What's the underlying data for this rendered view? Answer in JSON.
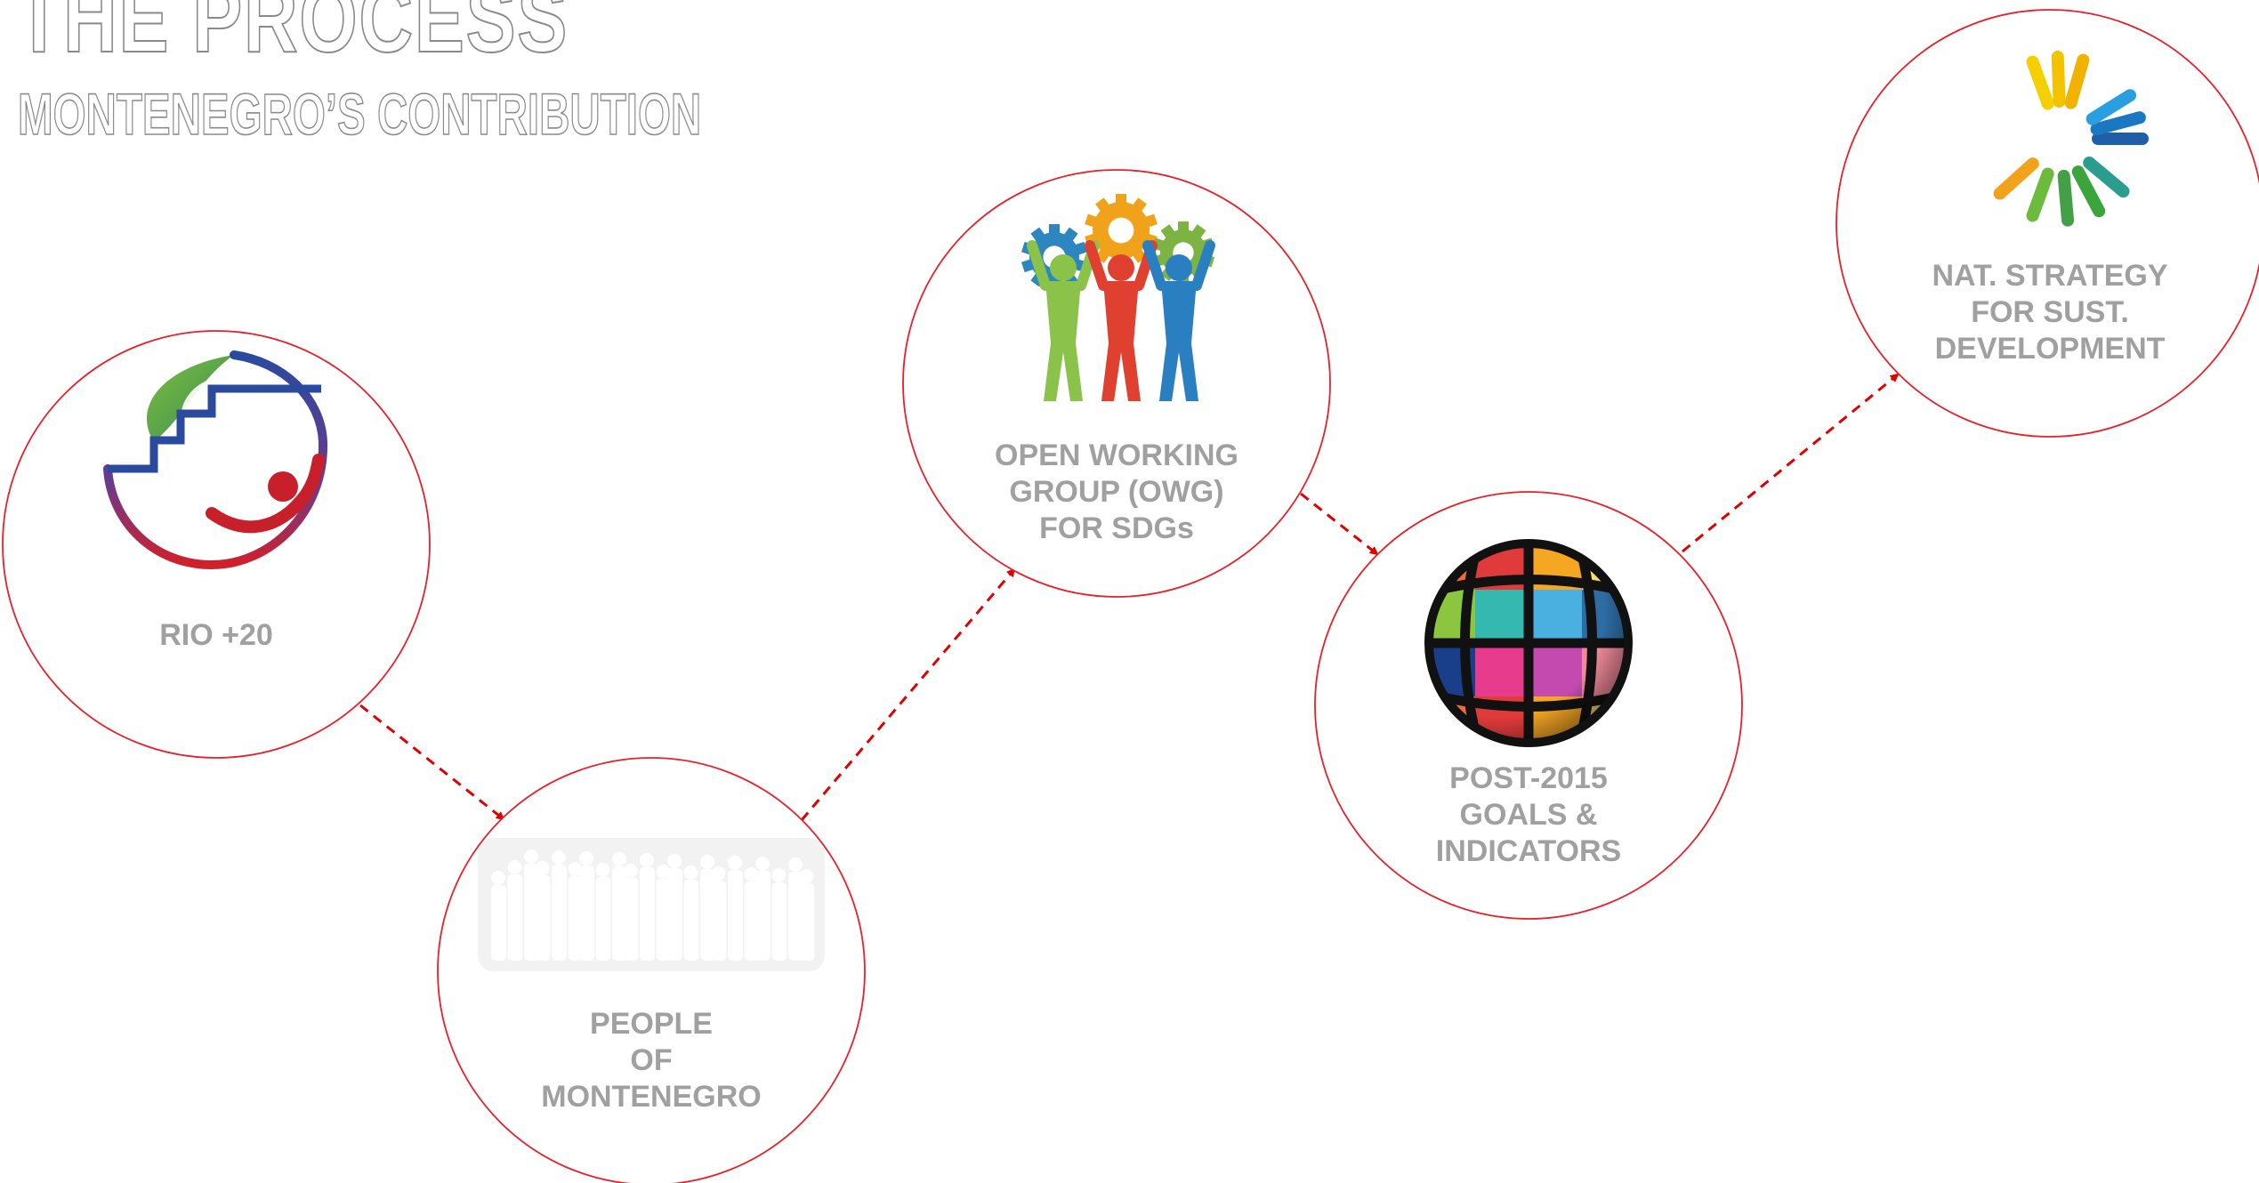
{
  "header": {
    "title": "THE PROCESS",
    "subtitle": "MONTENEGRO’S CONTRIBUTION"
  },
  "colors": {
    "circle_stroke": "#e8202a",
    "arrow": "#e00000",
    "label": "#a0a0a0"
  },
  "steps": [
    {
      "id": "rio",
      "lines": [
        "RIO +20"
      ],
      "icon": "rio20-logo-icon"
    },
    {
      "id": "people",
      "lines": [
        "PEOPLE",
        "OF",
        "MONTENEGRO"
      ],
      "icon": "people-silhouette-icon"
    },
    {
      "id": "owg",
      "lines": [
        "OPEN WORKING",
        "GROUP (OWG)",
        "FOR SDGs"
      ],
      "icon": "gears-team-icon"
    },
    {
      "id": "post2015",
      "lines": [
        "POST-2015",
        "GOALS &",
        "INDICATORS"
      ],
      "icon": "globe-icon"
    },
    {
      "id": "nssd",
      "lines": [
        "NAT. STRATEGY",
        "FOR SUST.",
        "DEVELOPMENT"
      ],
      "icon": "sunburst-icon"
    }
  ],
  "connections": [
    {
      "from": "rio",
      "to": "people"
    },
    {
      "from": "people",
      "to": "owg"
    },
    {
      "from": "owg",
      "to": "post2015"
    },
    {
      "from": "post2015",
      "to": "nssd"
    }
  ]
}
